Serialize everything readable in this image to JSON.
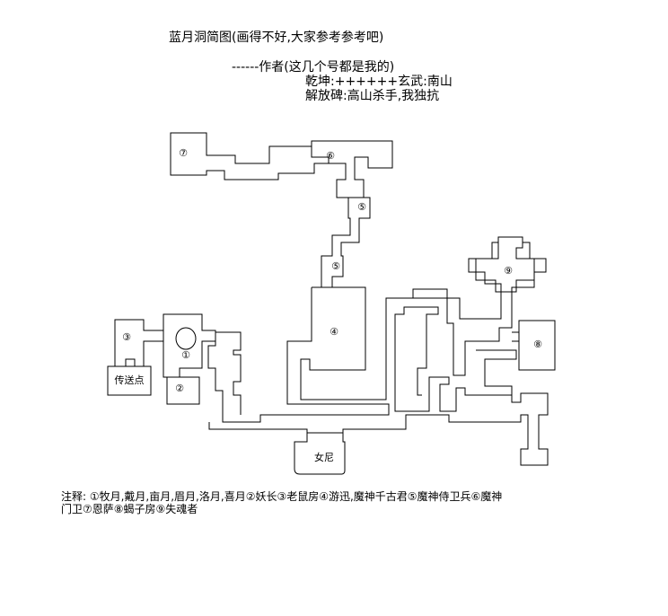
{
  "header": {
    "title": "蓝月洞简图(画得不好,大家参考参考吧)",
    "author": "------作者(这几个号都是我的)",
    "line2": "乾坤:++++++玄武:南山",
    "line3": "解放碑:高山杀手,我独抗"
  },
  "map": {
    "labels": {
      "n1": "①",
      "n2": "②",
      "n3": "③",
      "n4": "④",
      "n5a": "⑤",
      "n5b": "⑤",
      "n6": "⑥",
      "n7": "⑦",
      "n8": "⑧",
      "n9": "⑨",
      "teleport": "传送点",
      "nun": "女尼"
    }
  },
  "notes": {
    "line1": "注释:   ①牧月,戴月,亩月,眉月,洛月,喜月②妖长③老鼠房④游迅,魔神千古君⑤魔神侍卫兵⑥魔神",
    "line2": "门卫⑦恩萨⑧蝎子房⑨失魂者"
  }
}
